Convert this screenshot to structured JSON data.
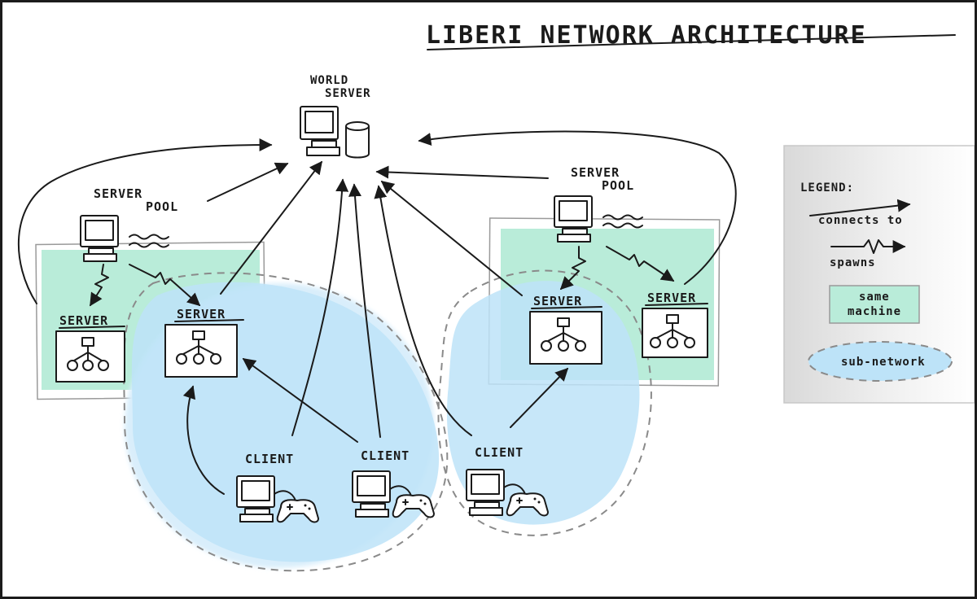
{
  "title": "LIBERI NETWORK ARCHITECTURE",
  "world_server": {
    "line1": "WORLD",
    "line2": "SERVER"
  },
  "pools": [
    {
      "line1": "SERVER",
      "line2": "POOL"
    },
    {
      "line1": "SERVER",
      "line2": "POOL"
    }
  ],
  "servers": [
    "SERVER",
    "SERVER",
    "SERVER",
    "SERVER"
  ],
  "clients": [
    "CLIENT",
    "CLIENT",
    "CLIENT"
  ],
  "legend": {
    "heading": "LEGEND:",
    "connects": "connects to",
    "spawns": "spawns",
    "machine_line1": "same",
    "machine_line2": "machine",
    "subnet": "sub-network"
  },
  "colors": {
    "machine_fill": "#b9ecd9",
    "subnet_fill": "#bde3f8",
    "ink": "#1a1a1a",
    "legend_bg": "#e2e2e2"
  }
}
